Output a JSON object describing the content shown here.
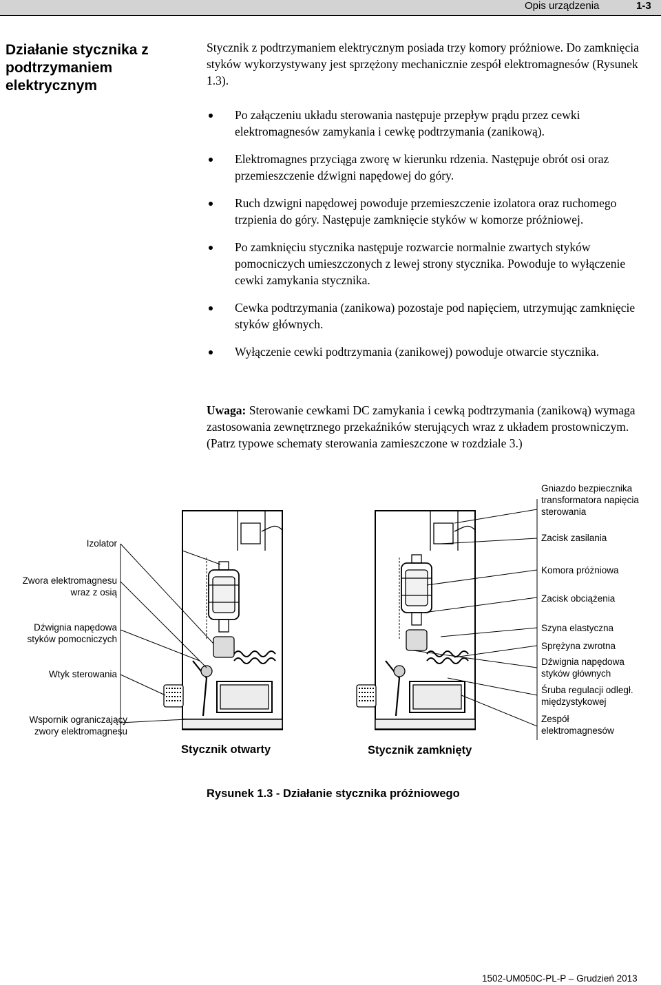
{
  "header": {
    "title": "Opis urządzenia",
    "page": "1-3"
  },
  "section": {
    "title": "Działanie stycznika z podtrzymaniem elektrycznym",
    "intro": "Stycznik z podtrzymaniem elektrycznym posiada trzy komory próżniowe. Do zamknięcia styków wykorzystywany jest sprzężony mechanicznie zespół elektromagnesów (Rysunek 1.3).",
    "bullets": [
      "Po załączeniu układu sterowania następuje przepływ prądu przez cewki elektromagnesów zamykania i cewkę podtrzymania (zanikową).",
      "Elektromagnes przyciąga zworę w kierunku rdzenia. Następuje obrót osi oraz przemieszczenie dźwigni napędowej do góry.",
      "Ruch dzwigni napędowej powoduje przemieszczenie izolatora oraz ruchomego trzpienia do góry. Następuje zamknięcie styków w komorze próżniowej.",
      "Po zamknięciu stycznika następuje rozwarcie normalnie zwartych styków pomocniczych umieszczonych z lewej strony stycznika. Powoduje to wyłączenie cewki zamykania stycznika.",
      "Cewka podtrzymania (zanikowa) pozostaje pod napięciem, utrzymując zamknięcie styków głównych.",
      "Wyłączenie cewki podtrzymania (zanikowej) powoduje otwarcie stycznika."
    ],
    "note_label": "Uwaga:",
    "note_text": " Sterowanie cewkami DC zamykania i cewką podtrzymania (zanikową) wymaga zastosowania zewnętrznego przekaźników sterujących wraz z układem prostowniczym. (Patrz typowe schematy sterowania zamieszczone w rozdziale 3.)"
  },
  "figure": {
    "left_labels": {
      "izolator": "Izolator",
      "zwora": "Zwora elektromagnesu wraz z osią",
      "dzwignia_pom": "Dźwignia napędowa styków pomocniczych",
      "wtyk": "Wtyk sterowania",
      "wspornik": "Wspornik ograniczający zwory elektromagnesu"
    },
    "right_labels": {
      "gniazdo": "Gniazdo bezpiecznika transformatora napięcia sterowania",
      "zacisk_zas": "Zacisk zasilania",
      "komora": "Komora próżniowa",
      "zacisk_obc": "Zacisk obciążenia",
      "szyna": "Szyna elastyczna",
      "sprezyna": "Sprężyna zwrotna",
      "dzwignia_gl": "Dźwignia napędowa styków głównych",
      "sruba": "Śruba regulacji odległ. międzystykowej",
      "zespol": "Zespół elektromagnesów"
    },
    "open_caption": "Stycznik otwarty",
    "closed_caption": "Stycznik zamknięty",
    "caption": "Rysunek 1.3 - Działanie stycznika próżniowego"
  },
  "footer": {
    "doc_id": "1502-UM050C-PL-P – Grudzień 2013"
  }
}
